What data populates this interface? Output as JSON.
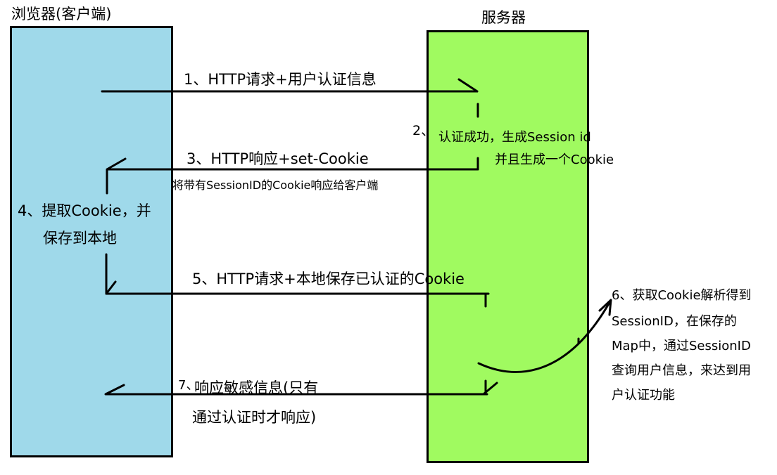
{
  "browser": {
    "title": "浏览器(客户端)",
    "color": "#9fd9ea"
  },
  "server": {
    "title": "服务器",
    "color": "#a0fa60"
  },
  "steps": {
    "s1": "1、HTTP请求+用户认证信息",
    "s2_num": "2、",
    "s2_line1": "认证成功，生成Session id",
    "s2_line2": "并且生成一个Cookie",
    "s3": "3、HTTP响应+set-Cookie",
    "s3_sub": "将带有SessionID的Cookie响应给客户端",
    "s4_line1": "4、提取Cookie，并",
    "s4_line2": "保存到本地",
    "s5": "5、HTTP请求+本地保存已认证的Cookie",
    "s6_line1": "6、获取Cookie解析得到",
    "s6_line2": "SessionID，在保存的",
    "s6_line3": "Map中，通过SessionID",
    "s6_line4": "查询用户信息，来达到用",
    "s6_line5": "户认证功能",
    "s7_num": "7、",
    "s7_line1": "响应敏感信息(只有",
    "s7_line2": "通过认证时才响应)"
  }
}
